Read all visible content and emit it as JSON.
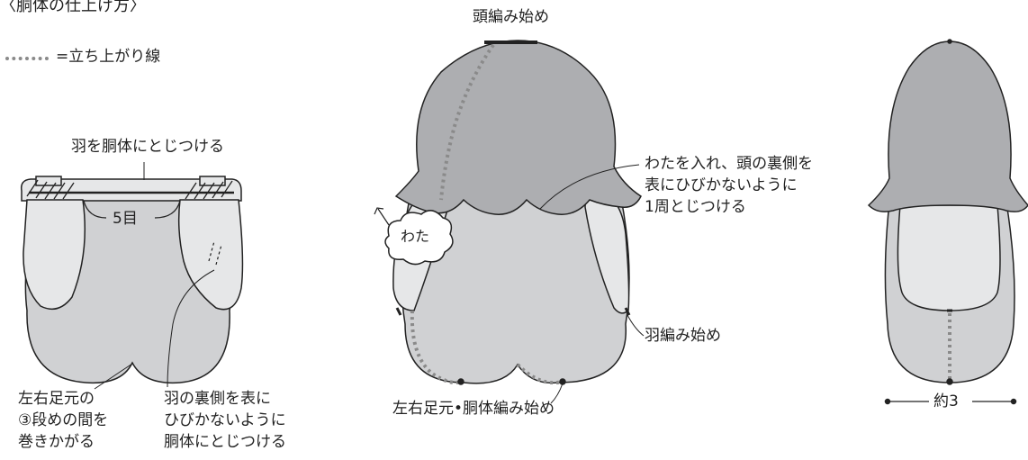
{
  "title": "〈胴体の仕上げ方〉",
  "legend": {
    "symbol_label": "=立ち上がり線"
  },
  "left": {
    "wing_label": "羽を胴体にとじつける",
    "stitch_count": "5目",
    "feet_note": [
      "左右足元の",
      "③段めの間を",
      "巻きかがる"
    ],
    "wing_back_note": [
      "羽の裏側を表に",
      "ひびかないように",
      "胴体にとじつける"
    ]
  },
  "middle": {
    "head_start": "頭編み始め",
    "stuffing": "わた",
    "stuff_note": [
      "わたを入れ、頭の裏側を",
      "表にひびかないように",
      "1周とじつける"
    ],
    "wing_start": "羽編み始め",
    "feet_start": "左右足元•胴体編み始め"
  },
  "right": {
    "width_label": "約3"
  },
  "colors": {
    "body": "#d0d1d3",
    "head": "#adaeb1",
    "wing": "#e6e7e8",
    "outline": "#222222",
    "dotted": "#8a8a8a"
  }
}
